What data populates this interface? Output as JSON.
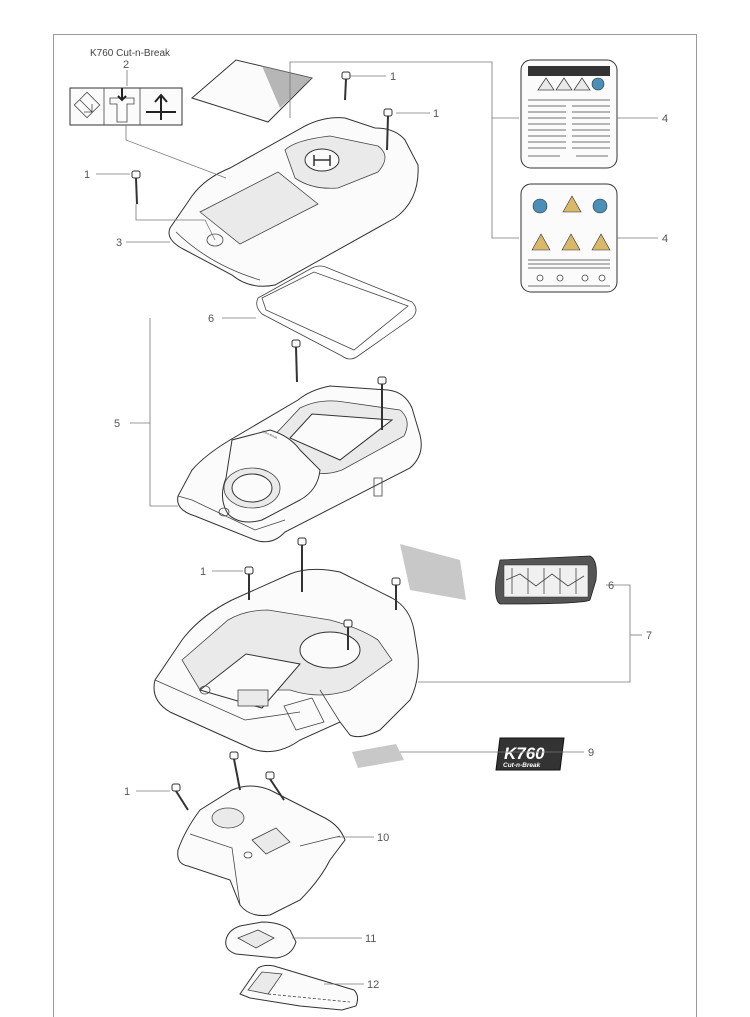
{
  "diagram": {
    "decal_title": "K760 Cut-n-Break",
    "badge": {
      "model": "K760",
      "subtitle": "Cut-n-Break"
    },
    "callouts": {
      "c1a": "1",
      "c1b": "1",
      "c1c": "1",
      "c1d": "1",
      "c1e": "1",
      "c2": "2",
      "c3": "3",
      "c4a": "4",
      "c4b": "4",
      "c5": "5",
      "c6a": "6",
      "c6b": "6",
      "c7": "7",
      "c9": "9",
      "c10": "10",
      "c11": "11",
      "c12": "12"
    }
  }
}
